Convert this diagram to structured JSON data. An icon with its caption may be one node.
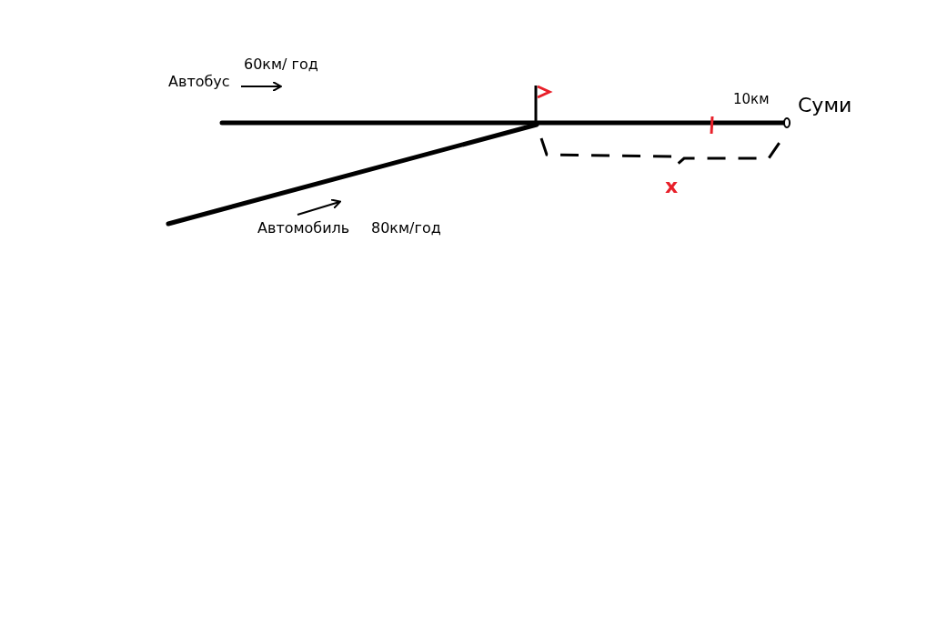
{
  "diagram": {
    "labels": [
      "60км/ год",
      "Автобус",
      "10км",
      "Суми",
      "x",
      "Автомобиль",
      "80км/год"
    ]
  }
}
